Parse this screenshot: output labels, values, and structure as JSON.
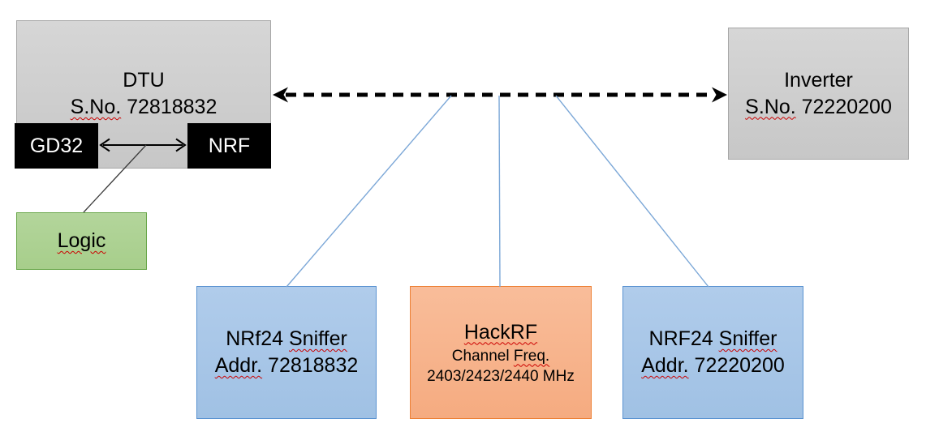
{
  "dtu": {
    "title": "DTU",
    "serial_prefix": "S.No.",
    "serial_number": " 72818832",
    "gd32_label": "GD32",
    "nrf_label": "NRF"
  },
  "logic": {
    "label": "Logic"
  },
  "inverter": {
    "title": "Inverter",
    "serial_prefix": "S.No.",
    "serial_number": " 72220200"
  },
  "sniffer_left": {
    "title_prefix": "NRf24 ",
    "title_word": "Sniffer",
    "addr_prefix": "Addr.",
    "addr_number": " 72818832"
  },
  "hackrf": {
    "title": "HackRF",
    "channel_prefix": "Channel ",
    "channel_word": "Freq.",
    "frequencies": "2403/2423/2440 MHz"
  },
  "sniffer_right": {
    "title_prefix": "NRF24 ",
    "title_word": "Sniffer",
    "addr_prefix": "Addr.",
    "addr_number": " 72220200"
  },
  "connectors": {
    "dtu_inverter": "dashed double-headed arrow between DTU and Inverter",
    "gd32_nrf": "double-headed arrow between GD32 and NRF",
    "logic_link": "line from GD32-NRF arrow to Logic",
    "sniffer_left_link": "line from radio link to NRf24 Sniffer 72818832",
    "hackrf_link": "line from radio link to HackRF",
    "sniffer_right_link": "line from radio link to NRF24 Sniffer 72220200"
  },
  "colors": {
    "gray_fill": "#cecece",
    "gray_border": "#a6a6a6",
    "black_chip": "#000000",
    "green_fill": "#aed194",
    "green_border": "#68a649",
    "blue_fill": "#a8c6e8",
    "blue_border": "#5b93d1",
    "orange_fill": "#f7b48c",
    "orange_border": "#ed8136",
    "connector_blue": "#7ba7d7",
    "arrow_black": "#000000",
    "squiggle_red": "#cc0000"
  }
}
